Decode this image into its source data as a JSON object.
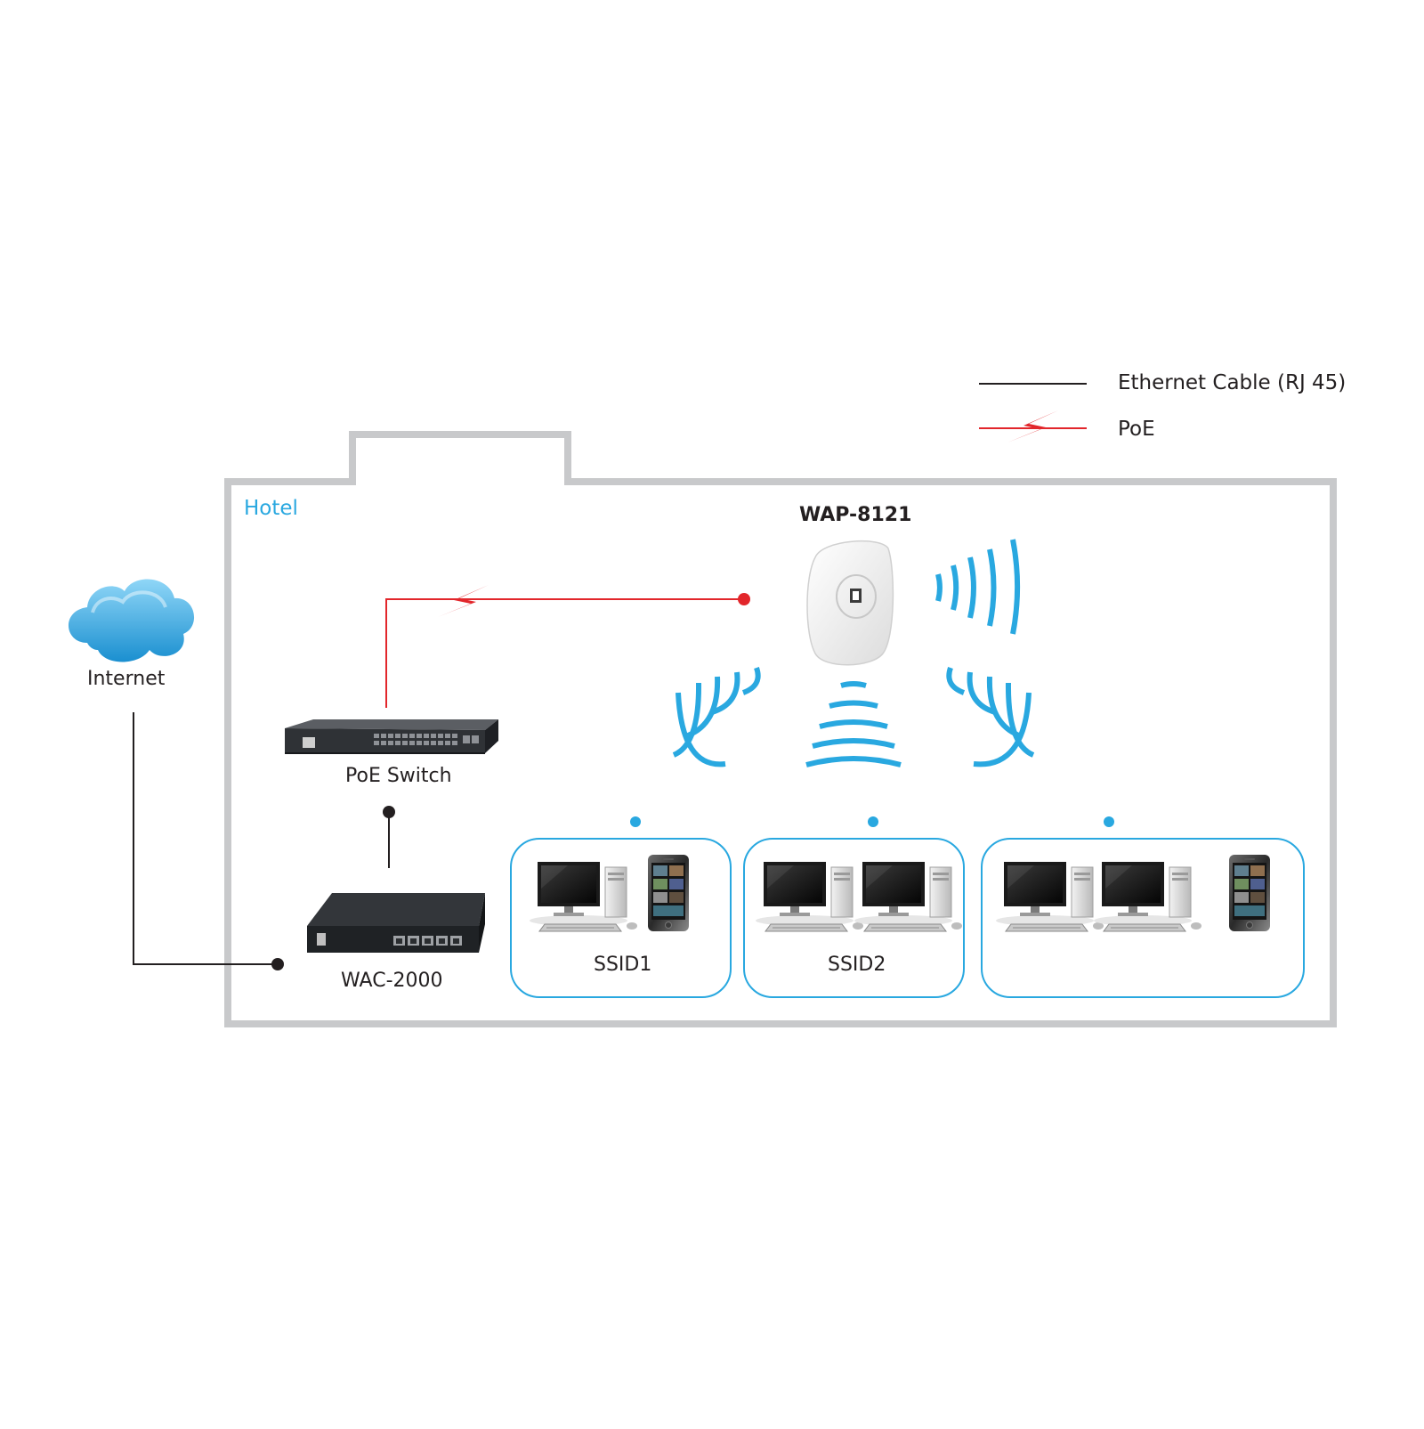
{
  "colors": {
    "building": "#c8c9cb",
    "accent": "#29a8e0",
    "poe": "#e2262b",
    "cable": "#231f20",
    "text": "#231f20"
  },
  "legend": {
    "ethernet": "Ethernet Cable (RJ 45)",
    "poe": "PoE"
  },
  "building_label": "Hotel",
  "internet": {
    "label": "Internet",
    "icon": "cloud-icon"
  },
  "devices": {
    "ap": {
      "label": "WAP-8121",
      "icon": "ceiling-access-point-icon"
    },
    "poe_switch": {
      "label": "PoE Switch",
      "icon": "rack-switch-icon"
    },
    "controller": {
      "label": "WAC-2000",
      "icon": "wireless-controller-icon"
    }
  },
  "ssid_groups": [
    {
      "label": "SSID1",
      "icons": [
        "desktop-pc-icon",
        "smartphone-icon"
      ]
    },
    {
      "label": "SSID2",
      "icons": [
        "desktop-pc-icon",
        "desktop-pc-icon"
      ]
    },
    {
      "label": "",
      "icons": [
        "desktop-pc-icon",
        "desktop-pc-icon",
        "smartphone-icon"
      ]
    }
  ]
}
